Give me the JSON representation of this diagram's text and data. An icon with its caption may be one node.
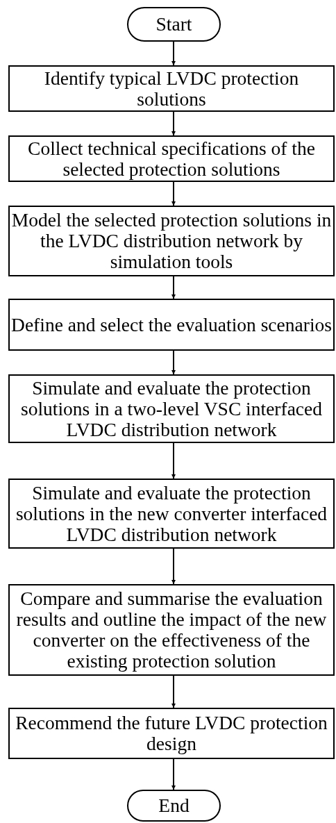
{
  "diagram": {
    "nodes": [
      {
        "text": [
          "Start"
        ]
      },
      {
        "text": [
          "Identify typical LVDC protection solutions"
        ]
      },
      {
        "text": [
          "Collect technical specifications of the selected protection solutions"
        ]
      },
      {
        "text": [
          "Model the selected protection solutions in the LVDC distribution network by simulation tools"
        ]
      },
      {
        "text": [
          "Define and select the evaluation scenarios"
        ]
      },
      {
        "text": [
          "Simulate and evaluate the protection solutions in a two-level VSC interfaced LVDC distribution network"
        ]
      },
      {
        "text": [
          "Simulate and evaluate the protection solutions in the new converter interfaced LVDC distribution network"
        ]
      },
      {
        "text": [
          "Compare and summarise the evaluation results and outline the impact of the new converter on the effectiveness of the existing protection solution"
        ]
      },
      {
        "text": [
          "Recommend the future LVDC protection design"
        ]
      },
      {
        "text": [
          "End"
        ]
      }
    ],
    "edges": [
      {
        "from": 0,
        "to": 1,
        "arrow": "to"
      },
      {
        "from": 1,
        "to": 2,
        "arrow": "to"
      },
      {
        "from": 2,
        "to": 3,
        "arrow": "to"
      },
      {
        "from": 3,
        "to": 4,
        "arrow": "to"
      },
      {
        "from": 4,
        "to": 5,
        "arrow": "to"
      },
      {
        "from": 5,
        "to": 6,
        "arrow": "to"
      },
      {
        "from": 6,
        "to": 7,
        "arrow": "to"
      },
      {
        "from": 7,
        "to": 8,
        "arrow": "to"
      },
      {
        "from": 8,
        "to": 9,
        "arrow": "to"
      }
    ]
  }
}
